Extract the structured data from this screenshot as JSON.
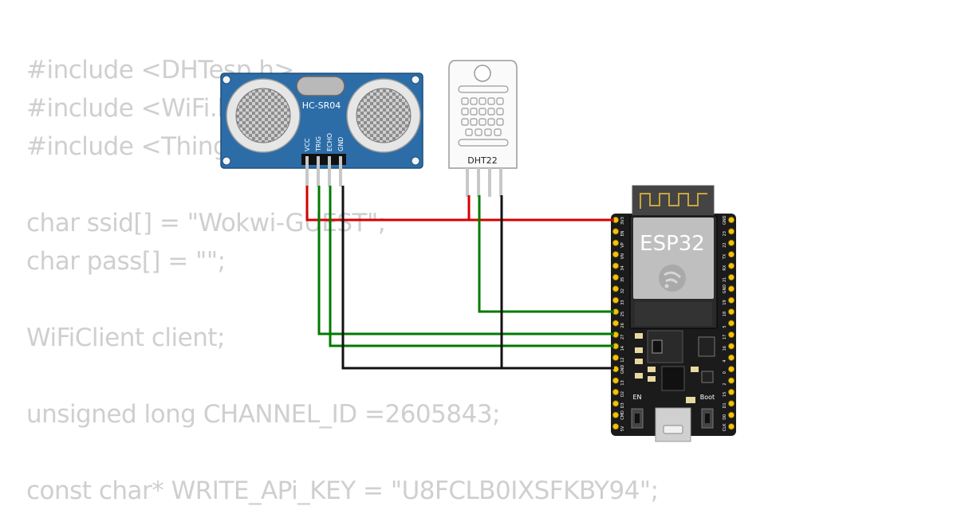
{
  "code_lines": [
    "#include <DHTesp.h>",
    "#include <WiFi.h>",
    "#include <ThingSpeak.h>",
    "",
    "char ssid[] = \"Wokwi-GUEST\";",
    "char pass[] = \"\";",
    "",
    "WiFiClient client;",
    "",
    "unsigned long CHANNEL_ID =2605843;",
    "",
    "const char* WRITE_APi_KEY = \"U8FCLB0IXSFKBY94\";"
  ],
  "hcsr04": {
    "name": "HC-SR04",
    "pins": [
      "VCC",
      "TRIG",
      "ECHO",
      "GND"
    ]
  },
  "dht22": {
    "name": "DHT22"
  },
  "esp32": {
    "name": "ESP32",
    "button_en": "EN",
    "button_boot": "Boot",
    "left_pins": [
      "3V3",
      "EN",
      "VP",
      "VN",
      "34",
      "35",
      "32",
      "33",
      "25",
      "26",
      "27",
      "14",
      "12",
      "GND",
      "13",
      "D2",
      "D3",
      "CMD",
      "5V"
    ],
    "right_pins": [
      "GND",
      "23",
      "22",
      "TX",
      "RX",
      "21",
      "GND",
      "19",
      "18",
      "5",
      "17",
      "16",
      "4",
      "0",
      "2",
      "15",
      "D1",
      "D0",
      "CLK"
    ]
  },
  "wire_colors": {
    "power": "#d40000",
    "signal": "#007a00",
    "ground": "#111111"
  }
}
